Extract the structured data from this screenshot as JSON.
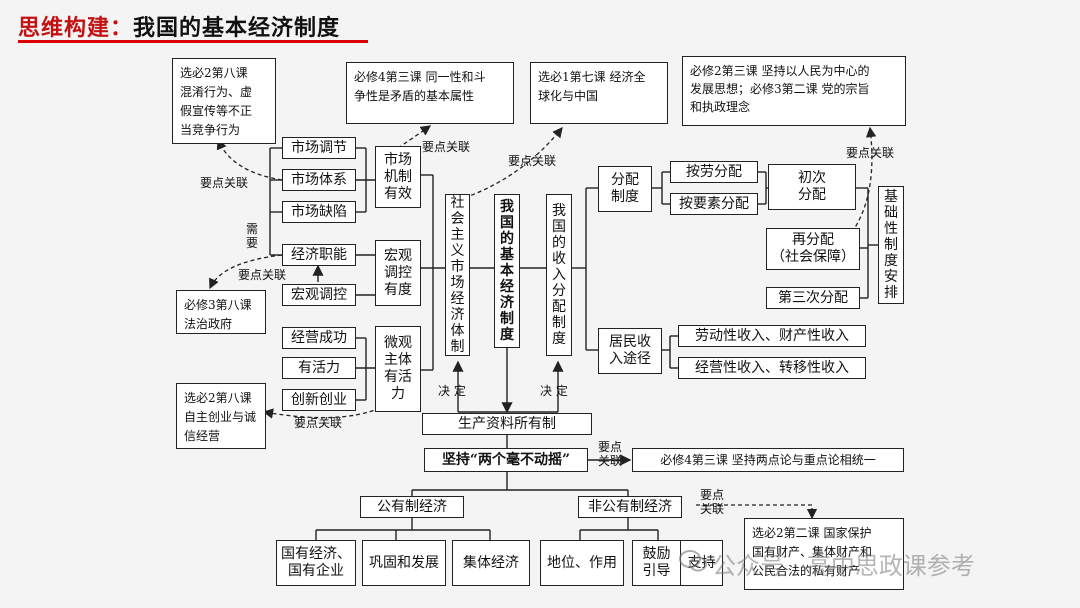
{
  "title": {
    "prefix": "思维构建：",
    "main": "我国的基本经济制度"
  },
  "watermark": "公众号 · 高中思政课参考",
  "boxes": {
    "ref_xuanbi2_8_compete": "选必2第八课\n混淆行为、虚\n假宣传等不正\n当竞争行为",
    "ref_bixiu4_3": "必修4第三课  同一性和斗\n争性是矛盾的基本属性",
    "ref_xuanbi1_7": "选必1第七课  经济全\n球化与中国",
    "ref_bixiu2_3": "必修2第三课  坚持以人民为中心的\n发展思想；必修3第二课  党的宗旨\n和执政理念",
    "market_regulation": "市场调节",
    "market_system": "市场体系",
    "market_failure": "市场缺陷",
    "market_mechanism": "市场\n机制\n有效",
    "economic_function": "经济职能",
    "macro_control": "宏观调控",
    "macro_control_moderate": "宏观\n调控\n有度",
    "ref_bixiu3_8": "必修3第八课\n法治政府",
    "business_success": "经营成功",
    "vitality": "有活力",
    "innovation": "创新创业",
    "micro_subject": "微观\n主体\n有活\n力",
    "ref_xuanbi2_8_startup": "选必2第八课\n自主创业与诚\n信经营",
    "socialist_market": "社\n会\n主\n义\n市\n场\n经\n济\n体\n制",
    "basic_system": "我\n国\n的\n基\n本\n经\n济\n制\n度",
    "income_distribution": "我\n国\n的\n收\n入\n分\n配\n制\n度",
    "distribution_system": "分配\n制度",
    "by_labor": "按劳分配",
    "by_factors": "按要素分配",
    "primary_distribution": "初次\n分配",
    "redistribution": "再分配\n（社会保障）",
    "third_distribution": "第三次分配",
    "basic_arrangement": "基\n础\n性\n制\n度\n安\n排",
    "resident_income": "居民收\n入途径",
    "labor_property_income": "劳动性收入、财产性收入",
    "business_transfer_income": "经营性收入、转移性收入",
    "ownership": "生产资料所有制",
    "two_unwavering": "坚持“两个毫不动摇”",
    "ref_bixiu4_3_twopoint": "必修4第三课  坚持两点论与重点论相统一",
    "public_economy": "公有制经济",
    "nonpublic_economy": "非公有制经济",
    "state_owned": "国有经济、\n国有企业",
    "consolidate": "巩固和发展",
    "collective": "集体经济",
    "status_role": "地位、作用",
    "encourage_guide": "鼓励\n引导",
    "support": "支持",
    "ref_xuanbi2_2": "选必2第二课  国家保护\n国有财产、集体财产和\n公民合法的私有财产"
  },
  "labels": {
    "need": "需\n要",
    "key_link": "要点关联",
    "key_link_split": "要点\n关联",
    "determine": "决  定"
  },
  "colors": {
    "title_accent": "#c41212",
    "underline": "#dd0000",
    "line": "#222222"
  }
}
